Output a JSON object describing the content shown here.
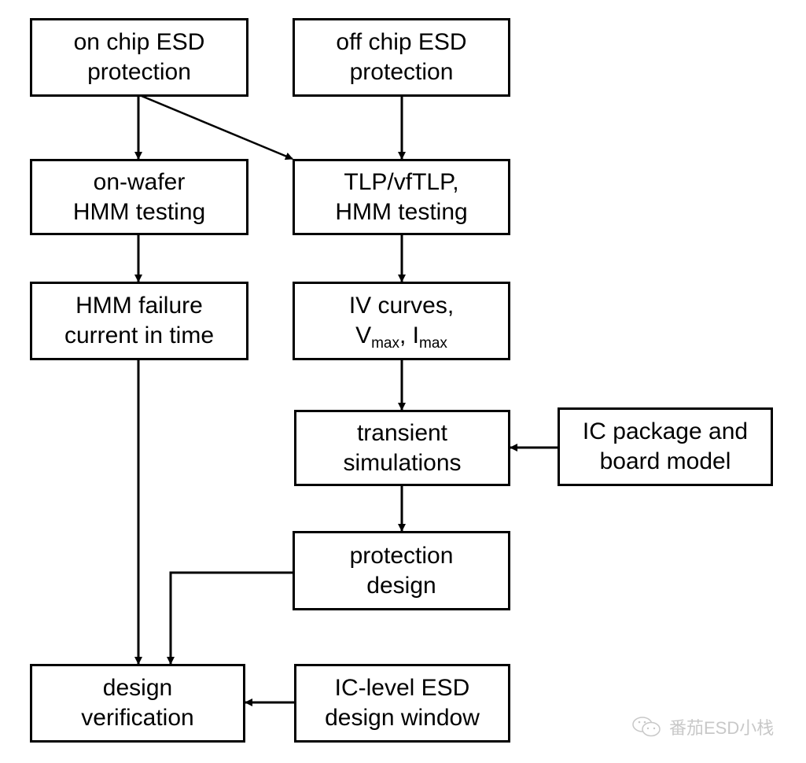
{
  "diagram": {
    "nodes": {
      "on_chip": {
        "line1": "on chip ESD",
        "line2": "protection"
      },
      "off_chip": {
        "line1": "off chip ESD",
        "line2": "protection"
      },
      "on_wafer": {
        "line1": "on-wafer",
        "line2": "HMM testing"
      },
      "tlp": {
        "line1": "TLP/vfTLP,",
        "line2": "HMM testing"
      },
      "hmm_failure": {
        "line1": "HMM failure",
        "line2": "current in time"
      },
      "iv_curves": {
        "line1": "IV curves,",
        "v": "V",
        "v_sub": "max",
        "sep": ", ",
        "i": "I",
        "i_sub": "max"
      },
      "transient": {
        "line1": "transient",
        "line2": "simulations"
      },
      "ic_package": {
        "line1": "IC package and",
        "line2": "board model"
      },
      "protection_design": {
        "line1": "protection",
        "line2": "design"
      },
      "design_verification": {
        "line1": "design",
        "line2": "verification"
      },
      "ic_level": {
        "line1": "IC-level ESD",
        "line2": "design window"
      }
    },
    "edges": [
      [
        "on_chip",
        "on_wafer"
      ],
      [
        "on_chip",
        "tlp"
      ],
      [
        "off_chip",
        "tlp"
      ],
      [
        "on_wafer",
        "hmm_failure"
      ],
      [
        "tlp",
        "iv_curves"
      ],
      [
        "iv_curves",
        "transient"
      ],
      [
        "ic_package",
        "transient"
      ],
      [
        "transient",
        "protection_design"
      ],
      [
        "hmm_failure",
        "design_verification"
      ],
      [
        "protection_design",
        "design_verification"
      ],
      [
        "ic_level",
        "design_verification"
      ]
    ]
  },
  "watermark": {
    "icon": "wechat-icon",
    "text": "番茄ESD小栈"
  }
}
